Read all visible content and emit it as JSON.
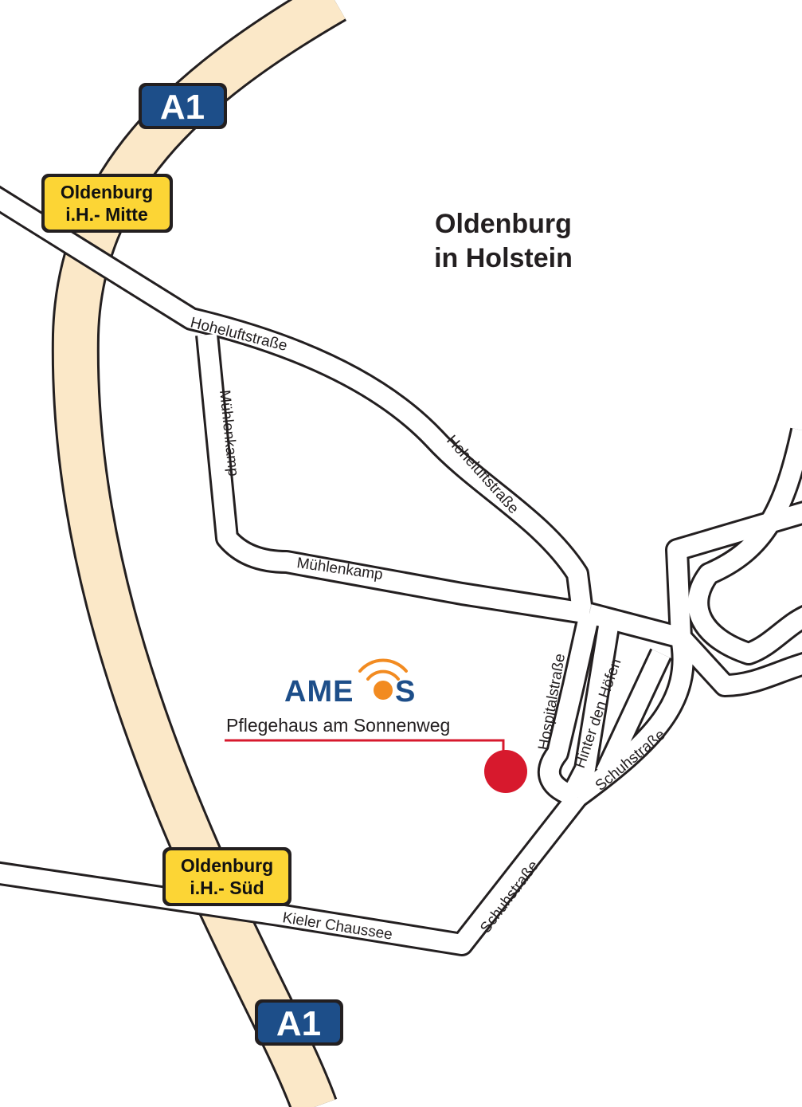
{
  "city": {
    "line1": "Oldenburg",
    "line2": "in Holstein"
  },
  "highway": {
    "name": "A1"
  },
  "exits": [
    {
      "line1": "Oldenburg",
      "line2": "i.H.- Mitte"
    },
    {
      "line1": "Oldenburg",
      "line2": "i.H.- Süd"
    }
  ],
  "streets": {
    "hoheluft_1": "Hoheluftstraße",
    "hoheluft_2": "Hoheluftstraße",
    "muehlenkamp_v": "Mühlenkamp",
    "muehlenkamp_h": "Mühlenkamp",
    "hospital": "Hospitalstraße",
    "hinter_den_hoefen": "Hinter den Höfen",
    "schuh_1": "Schuhstraße",
    "schuh_2": "Schuhstraße",
    "kieler": "Kieler Chaussee"
  },
  "brand": {
    "logo_left": "AME",
    "logo_right": "S"
  },
  "facility": {
    "name": "Pflegehaus am Sonnenweg"
  },
  "colors": {
    "highway_fill": "#fbe8c8",
    "shield_blue": "#1d4e89",
    "exit_yellow": "#fcd535",
    "brand_orange": "#f28b21",
    "marker_red": "#d7192d"
  }
}
